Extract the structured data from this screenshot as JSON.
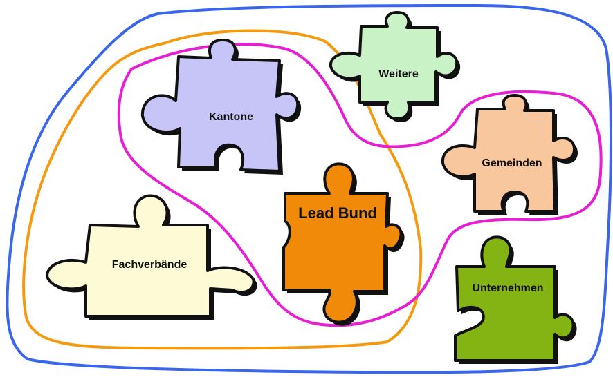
{
  "diagram": {
    "colors": {
      "outer_boundary": "#3a66ee",
      "orange_group": "#f39a11",
      "magenta_group": "#e61fd2",
      "outline": "#111111"
    },
    "pieces": {
      "kantone": {
        "label": "Kantone",
        "fill": "#c7c4f7"
      },
      "weitere": {
        "label": "Weitere",
        "fill": "#c9f2c7"
      },
      "gemeinden": {
        "label": "Gemeinden",
        "fill": "#f8c79e"
      },
      "lead_bund": {
        "label": "Lead Bund",
        "fill": "#f08a08"
      },
      "fachverbaende": {
        "label": "Fachverbände",
        "fill": "#fdfbd6"
      },
      "unternehmen": {
        "label": "Unternehmen",
        "fill": "#84b314"
      }
    }
  }
}
